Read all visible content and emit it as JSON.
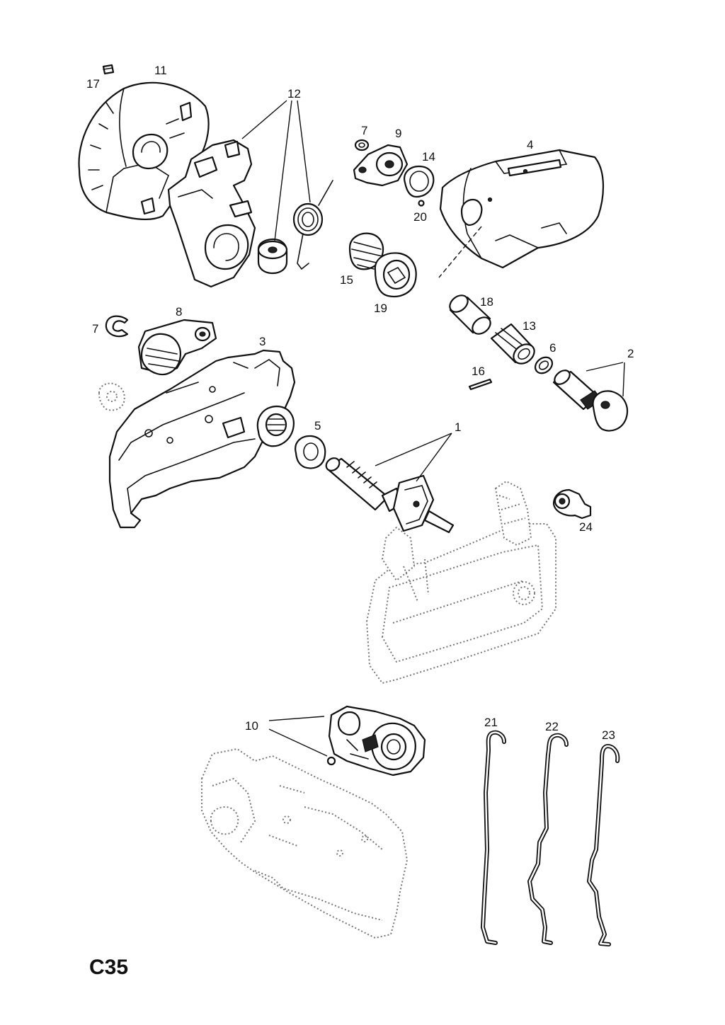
{
  "diagram": {
    "page_code": "C35",
    "part_labels": {
      "p1": "1",
      "p2": "2",
      "p3": "3",
      "p4": "4",
      "p5": "5",
      "p6": "6",
      "p7a": "7",
      "p7b": "7",
      "p8": "8",
      "p9": "9",
      "p10": "10",
      "p11": "11",
      "p12": "12",
      "p13": "13",
      "p14": "14",
      "p15": "15",
      "p16": "16",
      "p17": "17",
      "p18": "18",
      "p19": "19",
      "p20": "20",
      "p21": "21",
      "p22": "22",
      "p23": "23",
      "p24": "24"
    }
  }
}
